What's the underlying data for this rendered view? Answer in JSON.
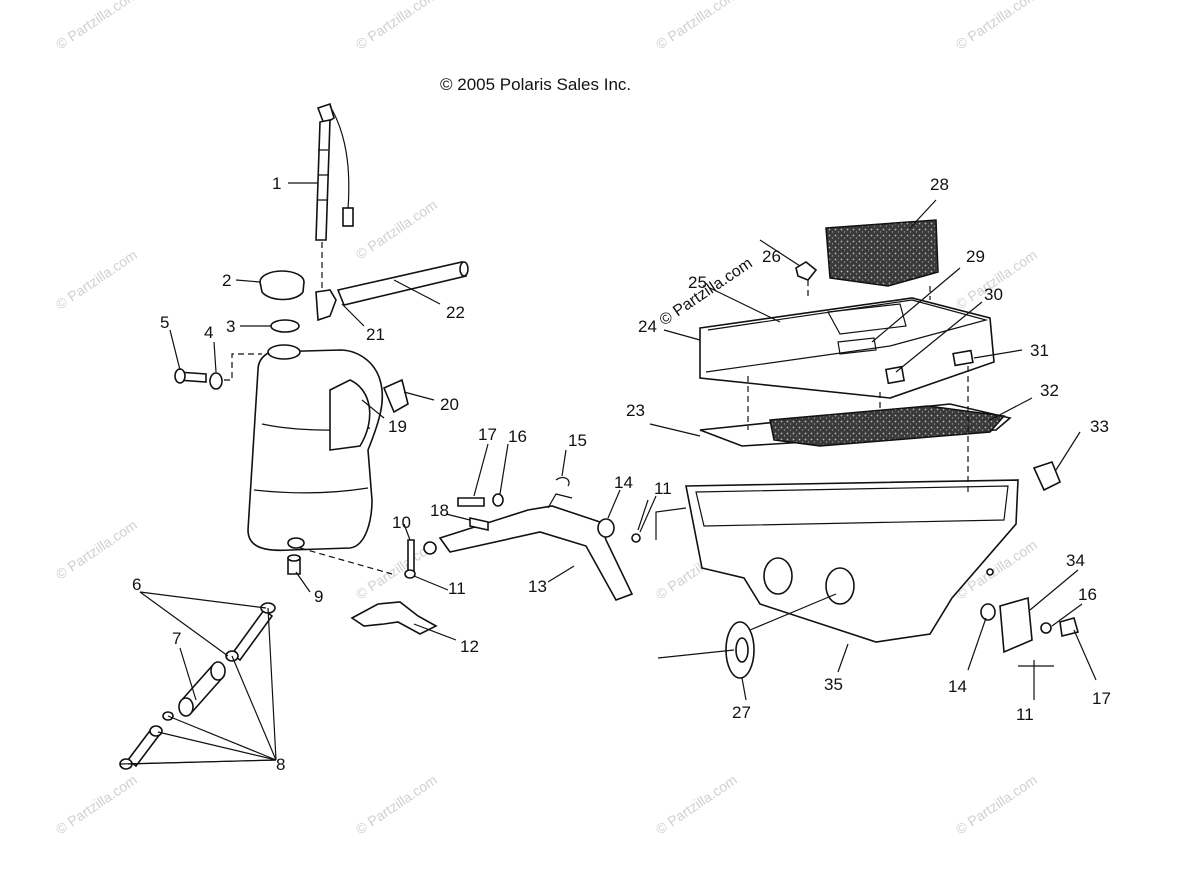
{
  "copyright": "© 2005 Polaris Sales Inc.",
  "watermark": "© Partzilla.com",
  "watermark_color": "#d0d0d0",
  "callouts": [
    "1",
    "2",
    "3",
    "4",
    "5",
    "6",
    "7",
    "8",
    "9",
    "10",
    "11",
    "11",
    "11",
    "12",
    "13",
    "14",
    "14",
    "15",
    "16",
    "16",
    "17",
    "17",
    "18",
    "19",
    "20",
    "21",
    "22",
    "23",
    "24",
    "25",
    "26",
    "27",
    "28",
    "29",
    "30",
    "31",
    "32",
    "33",
    "34",
    "35"
  ]
}
